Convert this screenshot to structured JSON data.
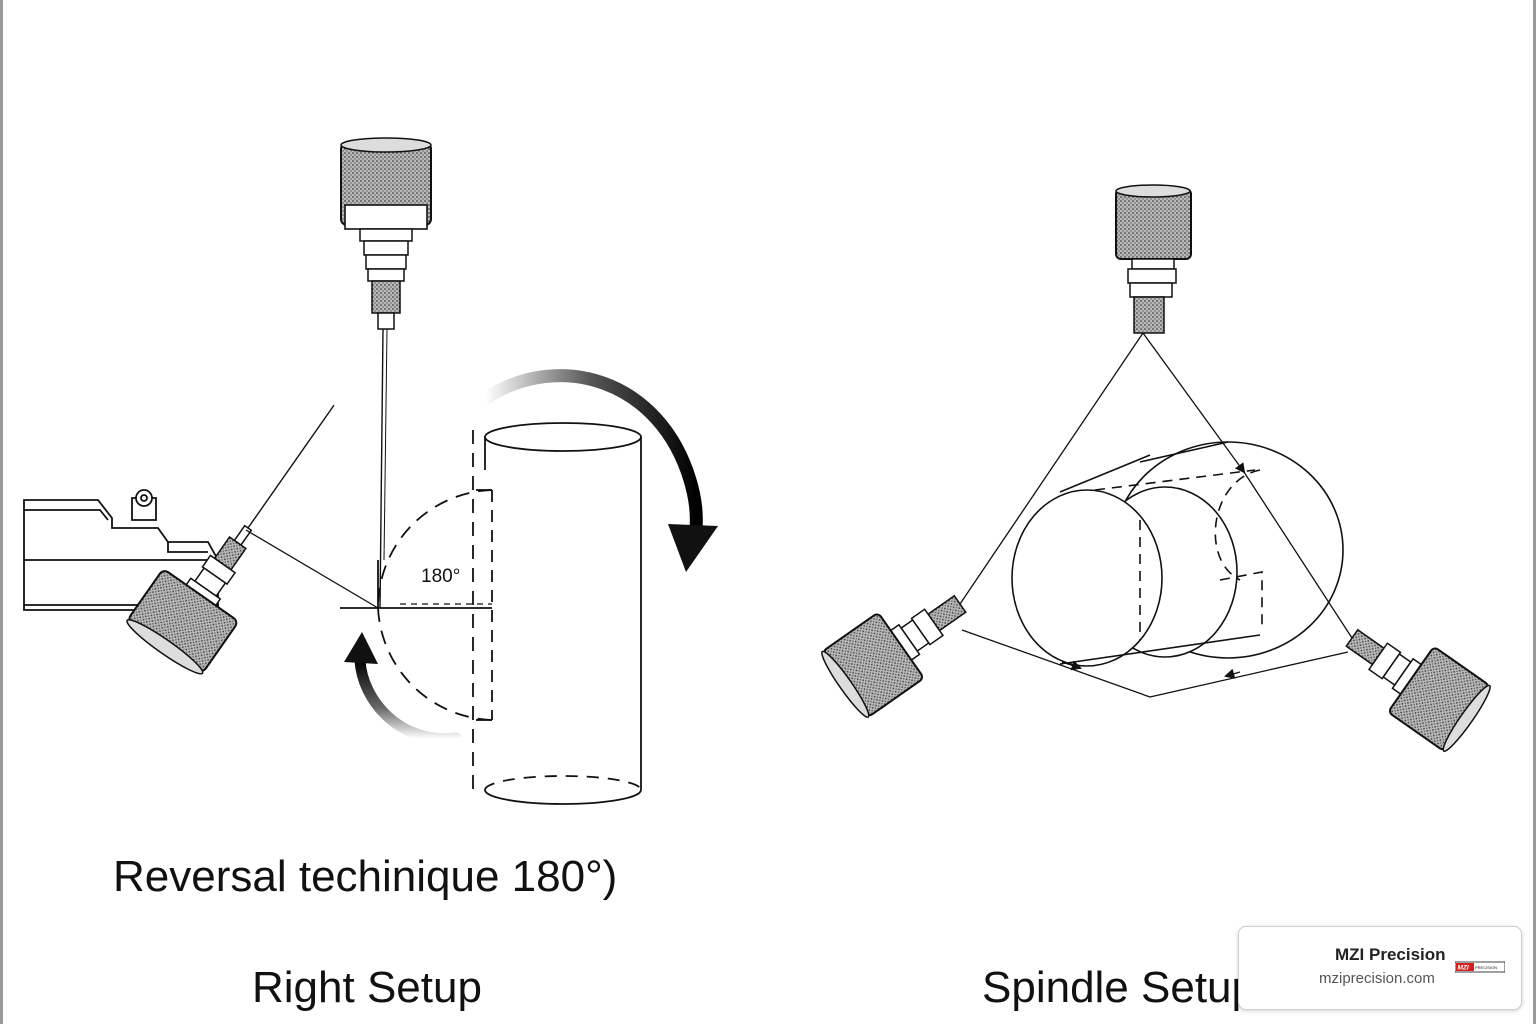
{
  "captions": {
    "reversal": "Reversal  techinique 180°)",
    "right_setup": "Right Setup",
    "spindle_setup": "Spindle Setup"
  },
  "angle_label": "180°",
  "brand": {
    "name": "MZI Precision",
    "url": "mziprecision.com",
    "logo_text": "MZI PRECISION"
  },
  "icons": [
    "dial-indicator-icon",
    "rotation-arrow-icon",
    "cylinder-workpiece-icon",
    "fixture-block-icon"
  ],
  "colors": {
    "line": "#111111",
    "knurl": "#8a8a8a",
    "logo_red": "#d42020",
    "card_border": "#cfcfcf"
  }
}
